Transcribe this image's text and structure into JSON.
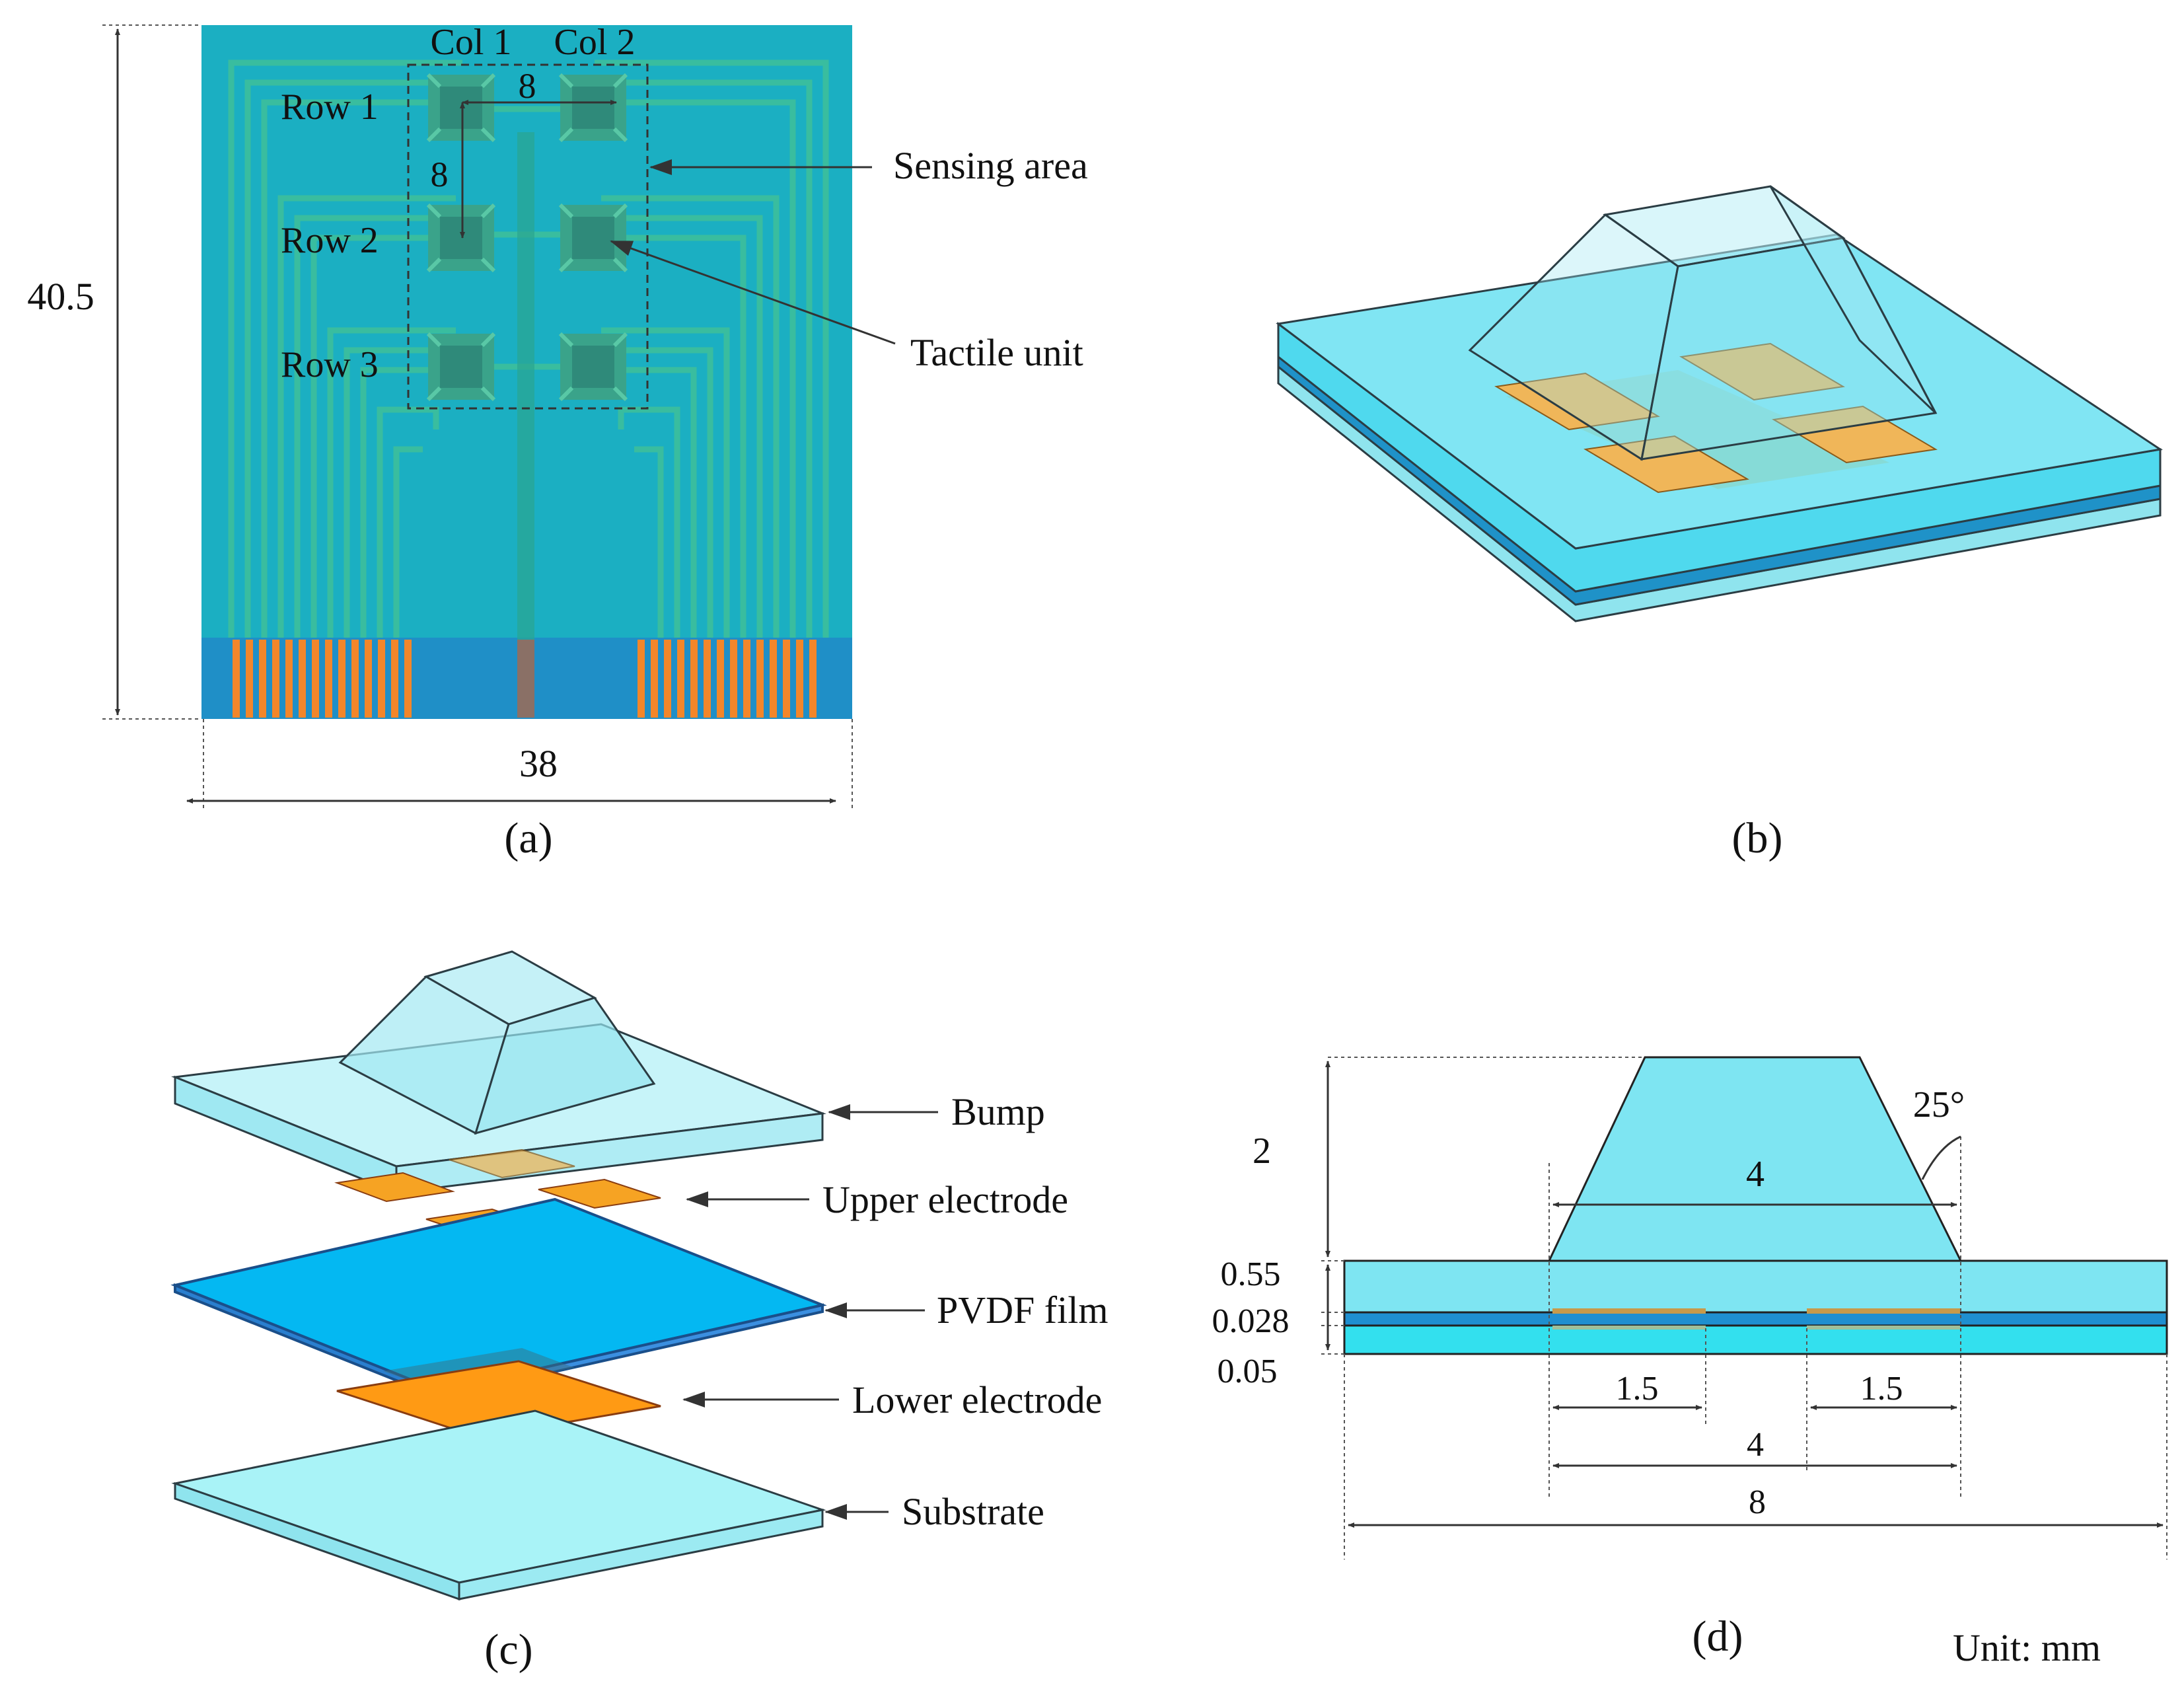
{
  "colors": {
    "board": "#1bafc2",
    "board_bottom": "#1f8fc7",
    "trace": "#3fc09a",
    "pin": "#f3862a",
    "bump": "#bdf1f7",
    "bump_stroke": "#2b3d44",
    "pvdf": "#04b8f2",
    "electrode": "#f6a323",
    "electrode_soft": "#f0b659",
    "substrate": "#a9f3f7",
    "dim": "#333333"
  },
  "panel_a": {
    "caption": "(a)",
    "col_labels": [
      "Col 1",
      "Col 2"
    ],
    "row_labels": [
      "Row 1",
      "Row 2",
      "Row 3"
    ],
    "pitch_h": "8",
    "pitch_v": "8",
    "height_dim": "40.5",
    "width_dim": "38",
    "callout_sensing": "Sensing area",
    "callout_unit": "Tactile unit"
  },
  "panel_b": {
    "caption": "(b)"
  },
  "panel_c": {
    "caption": "(c)",
    "layers": [
      "Bump",
      "Upper electrode",
      "PVDF film",
      "Lower electrode",
      "Substrate"
    ]
  },
  "panel_d": {
    "caption": "(d)",
    "bump_height": "2",
    "angle": "25°",
    "bump_base": "4",
    "t_top": "0.55",
    "t_mid": "0.028",
    "t_bot": "0.05",
    "electrode_left": "1.5",
    "electrode_right": "1.5",
    "electrode_span": "4",
    "total_width": "8",
    "unit": "Unit: mm"
  }
}
